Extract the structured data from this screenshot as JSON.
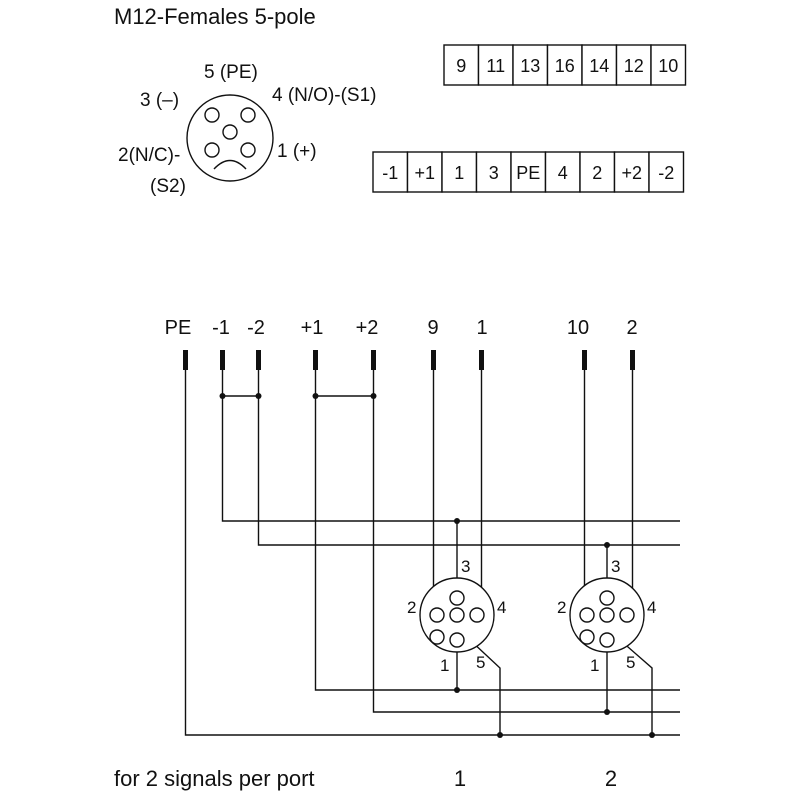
{
  "connector": {
    "title": "M12-Females  5-pole",
    "pins": [
      {
        "pin": "5",
        "label": "5 (PE)"
      },
      {
        "pin": "4",
        "label": "4 (N/O)-(S1)"
      },
      {
        "pin": "3",
        "label": "3 (–)"
      },
      {
        "pin": "2",
        "label_line1": "2(N/C)-",
        "label_line2": "(S2)"
      },
      {
        "pin": "1",
        "label": "1 (+)"
      }
    ]
  },
  "terminal_rows": {
    "top": [
      "9",
      "11",
      "13",
      "16",
      "14",
      "12",
      "10"
    ],
    "bottom": [
      "-1",
      "+1",
      "1",
      "3",
      "PE",
      "4",
      "2",
      "+2",
      "-2"
    ]
  },
  "wiring": {
    "terminals": [
      "PE",
      "-1",
      "-2",
      "+1",
      "+2",
      "9",
      "1",
      "10",
      "2"
    ],
    "ports": [
      {
        "pins": {
          "p1": "1",
          "p2": "2",
          "p3": "3",
          "p4": "4",
          "p5": "5"
        },
        "footer": "1"
      },
      {
        "pins": {
          "p1": "1",
          "p2": "2",
          "p3": "3",
          "p4": "4",
          "p5": "5"
        },
        "footer": "2"
      }
    ],
    "footer_caption": "for 2 signals per port"
  }
}
